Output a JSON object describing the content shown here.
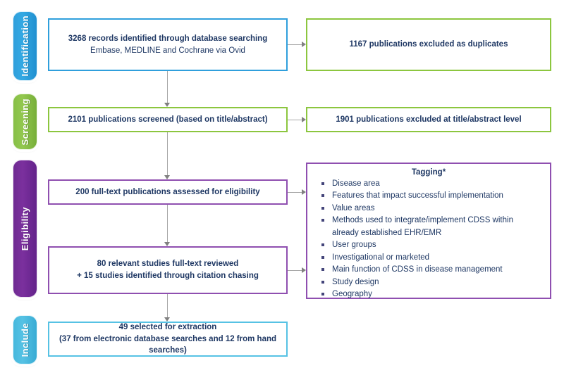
{
  "diagram": {
    "title": "PRISMA study selection flow diagram",
    "colors": {
      "identification": "#2f9fdc",
      "screening": "#8cc63f",
      "eligibility": "#8f4fb0",
      "include": "#56c2e4",
      "text": "#1f3864",
      "connector": "#a6a6a6"
    }
  },
  "stages": [
    {
      "key": "identification",
      "label": "Identification"
    },
    {
      "key": "screening",
      "label": "Screening"
    },
    {
      "key": "eligibility",
      "label": "Eligibility"
    },
    {
      "key": "include",
      "label": "Include"
    }
  ],
  "boxes": {
    "identified": {
      "line1": "3268 records identified through database searching",
      "line2": "Embase, MEDLINE and Cochrane via Ovid"
    },
    "duplicates": {
      "line1": "1167 publications excluded as duplicates"
    },
    "screened": {
      "line1": "2101 publications screened (based on title/abstract)"
    },
    "excluded_title_abstract": {
      "line1": "1901 publications excluded at title/abstract level"
    },
    "fulltext_assessed": {
      "line1": "200 full-text publications assessed for eligibility"
    },
    "reviewed": {
      "line1": "80 relevant studies full-text reviewed",
      "line2": "+ 15 studies identified through citation chasing"
    },
    "extraction": {
      "line1": "49 selected for extraction",
      "line2": "(37 from electronic database searches and 12 from hand",
      "line3": "searches)"
    }
  },
  "tagging": {
    "title": "Tagging*",
    "items": [
      "Disease area",
      "Features that impact successful implementation",
      "Value areas",
      "Methods used to integrate/implement CDSS within already established EHR/EMR",
      "User groups",
      "Investigational or marketed",
      "Main function of CDSS in disease management",
      "Study design",
      "Geography"
    ]
  }
}
